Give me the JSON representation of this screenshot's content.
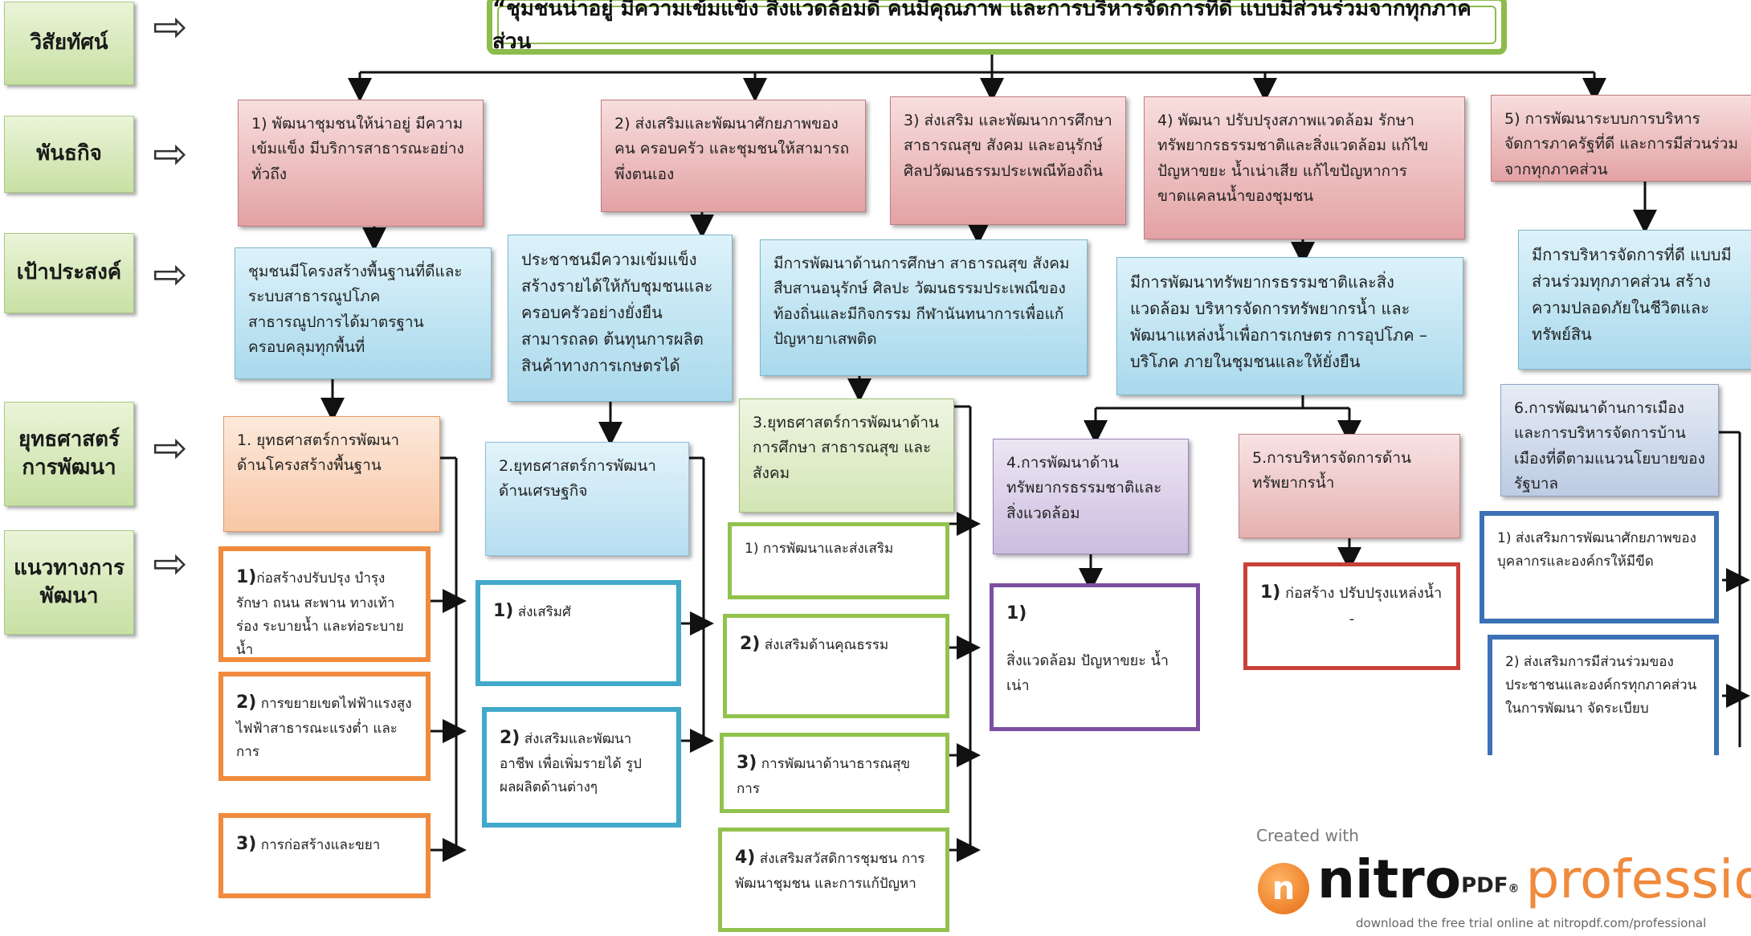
{
  "labels": {
    "vision": "วิสัยทัศน์",
    "mission": "พันธกิจ",
    "goal": "เป้าประสงค์",
    "strategy": "ยุทธศาสตร์\nการพัฒนา",
    "guideline": "แนวทางการ\nพัฒนา"
  },
  "vision_text": "“ชุมชนน่าอยู่  มีความเข้มแข็ง  สิ่งแวดล้อมดี  คนมีคุณภาพ และการบริหารจัดการที่ดี  แบบมีส่วนร่วมจากทุกภาคส่วน",
  "missions": [
    "1)  พัฒนาชุมชนให้น่าอยู่  มีความเข้มแข็ง  มีบริการสาธารณะอย่างทั่วถึง",
    "2)  ส่งเสริมและพัฒนาศักยภาพของคน ครอบครัว และชุมชนให้สามารถพึ่งตนเอง",
    "3)  ส่งเสริม และพัฒนาการศึกษา สาธารณสุข  สังคม และอนุรักษ์ ศิลปวัฒนธรรมประเพณีท้องถิ่น",
    "4)  พัฒนา  ปรับปรุงสภาพแวดล้อม  รักษาทรัพยากรธรรมชาติและสิ่งแวดล้อม   แก้ไขปัญหาขยะ น้ำเน่าเสีย  แก้ไขปัญหาการขาดแคลนน้ำของชุมชน",
    "5)  การพัฒนาระบบการบริหารจัดการภาครัฐที่ดี  และการมีส่วนร่วมจากทุกภาคส่วน"
  ],
  "goals": [
    "ชุมชนมีโครงสร้างพื้นฐานที่ดีและระบบสาธารณูปโภค สาธารณูปการได้มาตรฐานครอบคลุมทุกพื้นที่",
    "ประชาชนมีความเข้มแข็ง สร้างรายได้ให้กับชุมชนและครอบครัวอย่างยั่งยืน  สามารถลด  ต้นทุนการผลิตสินค้าทางการเกษตรได้",
    "มีการพัฒนาด้านการศึกษา  สาธารณสุข  สังคม สืบสานอนุรักษ์ ศิลปะ วัฒนธรรมประเพณีของท้องถิ่นและมีกิจกรรม  กีฬานันทนาการเพื่อแก้ปัญหายาเสพติด",
    "มีการพัฒนาทรัพยากรธรรมชาติและสิ่งแวดล้อม บริหารจัดการทรัพยากรน้ำ และพัฒนาแหล่งน้ำเพื่อการเกษตร การอุปโภค – บริโภค ภายในชุมชนและให้ยั่งยืน",
    "มีการบริหารจัดการที่ดี  แบบมีส่วนร่วมทุกภาคส่วน  สร้างความปลอดภัยในชีวิตและทรัพย์สิน"
  ],
  "strategies": [
    "1.  ยุทธศาสตร์การพัฒนาด้านโครงสร้างพื้นฐาน",
    "2.ยุทธศาสตร์การพัฒนาด้านเศรษฐกิจ",
    "3.ยุทธศาสตร์การพัฒนาด้านการศึกษา สาธารณสุข และสังคม",
    "4.การพัฒนาด้านทรัพยากรธรรมชาติและสิ่งแวดล้อม",
    "5.การบริหารจัดการด้านทรัพยากรน้ำ",
    "6.การพัฒนาด้านการเมืองและการบริหารจัดการบ้านเมืองที่ดีตามแนวนโยบายของรัฐบาล"
  ],
  "guidelines": {
    "s1": [
      {
        "num": "1)",
        "text": "ก่อสร้างปรับปรุง บำรุงรักษา ถนน สะพาน ทางเท้า ร่อง ระบายน้ำ และท่อระบายน้ำ"
      },
      {
        "num": "2)",
        "text": " การขยายเขตไฟฟ้าแรงสูง ไฟฟ้าสาธารณะแรงต่ำ และการ"
      },
      {
        "num": "3)",
        "text": "   การก่อสร้างและขยา"
      }
    ],
    "s2": [
      {
        "num": "1)",
        "text": "   ส่งเสริมศั"
      },
      {
        "num": "2)",
        "text": "  ส่งเสริมและพัฒนาอาชีพ เพื่อเพิ่มรายได้ รูปผลผลิตด้านต่างๆ"
      }
    ],
    "s3": [
      {
        "num": "",
        "text": "1)  การพัฒนาและส่งเสริม"
      },
      {
        "num": "2)",
        "text": "  ส่งเสริมด้านคุณธรรม"
      },
      {
        "num": "3)",
        "text": "  การพัฒนาด้านาธารณสุข การ"
      },
      {
        "num": "4)",
        "text": "  ส่งเสริมสวัสดิการชุมชน  การพัฒนาชุมชน และการแก้ปัญหา"
      }
    ],
    "s4": [
      {
        "num": "1)",
        "text": "สิ่งแวดล้อม ปัญหาขยะ น้ำเน่า"
      }
    ],
    "s5": [
      {
        "num": "1)",
        "text": " ก่อสร้าง ปรับปรุงแหล่งน้ำ",
        "sub": "-"
      }
    ],
    "s6": [
      {
        "num": "",
        "text": "1) ส่งเสริมการพัฒนาศักยภาพของบุคลากรและองค์กรให้มีขีด"
      },
      {
        "num": "",
        "text": "2) ส่งเสริมการมีส่วนร่วมของประชาชนและองค์กรทุกภาคส่วนในการพัฒนา จัดระเบียบ"
      }
    ]
  },
  "watermark": {
    "created": "Created with",
    "nitro": "nitro",
    "pdf": "PDF",
    "reg": "®",
    "professional": "professiona",
    "download": "download the free trial online at nitropdf.com/professional"
  },
  "colors": {
    "label_green": "#c8e0a4",
    "vision_border": "#8dbb4c",
    "mission_pink": "#e3a2a4",
    "goal_blue": "#a9d9ec",
    "orange_border": "#f08a3c",
    "cyan_border": "#41a9c9",
    "green_border": "#92c24e",
    "purple_border": "#7d4fa1",
    "red_border": "#c9403a",
    "navy_border": "#3b71b5"
  }
}
